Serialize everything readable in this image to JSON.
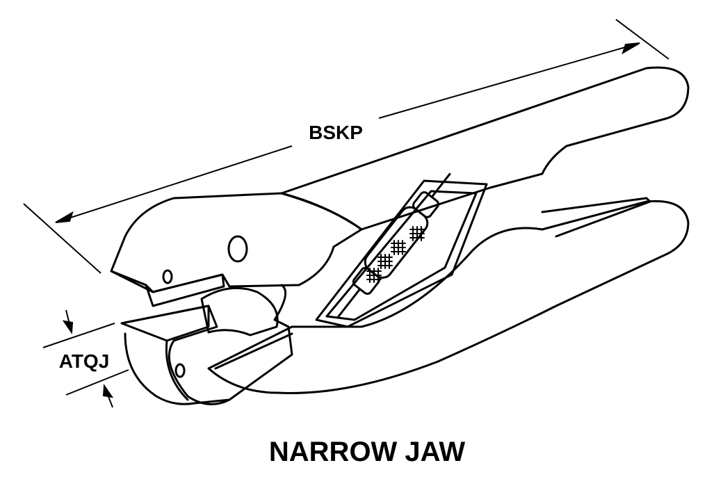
{
  "diagram": {
    "caption": "NARROW JAW",
    "dimension_labels": {
      "overall_length": "BSKP",
      "jaw_width": "ATQJ"
    },
    "colors": {
      "line": "#000000",
      "background": "#ffffff"
    }
  }
}
